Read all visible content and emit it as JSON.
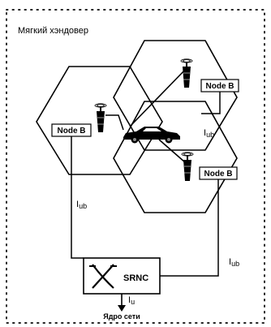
{
  "title": "Мягкий хэндовер",
  "node_b_label": "Node B",
  "iub_main": "I",
  "iub_sub": "ub",
  "iu_main": "I",
  "iu_sub": "u",
  "srnc_label": "SRNC",
  "core_label": "Ядро сети",
  "icons": [
    "antenna-tower-icon",
    "car-icon",
    "switch-cross-icon",
    "arrow-down-icon"
  ]
}
